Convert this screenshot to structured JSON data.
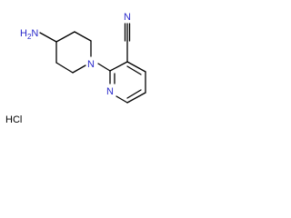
{
  "molecule": {
    "atoms": {
      "amine": "H2N",
      "ring_nitrogen": "N",
      "pyridine_nitrogen": "N",
      "nitrile_nitrogen": "N",
      "salt": "HCl"
    },
    "colors": {
      "bond": "#000000",
      "nitrogen": "#2a2acb",
      "text": "#000000"
    }
  }
}
